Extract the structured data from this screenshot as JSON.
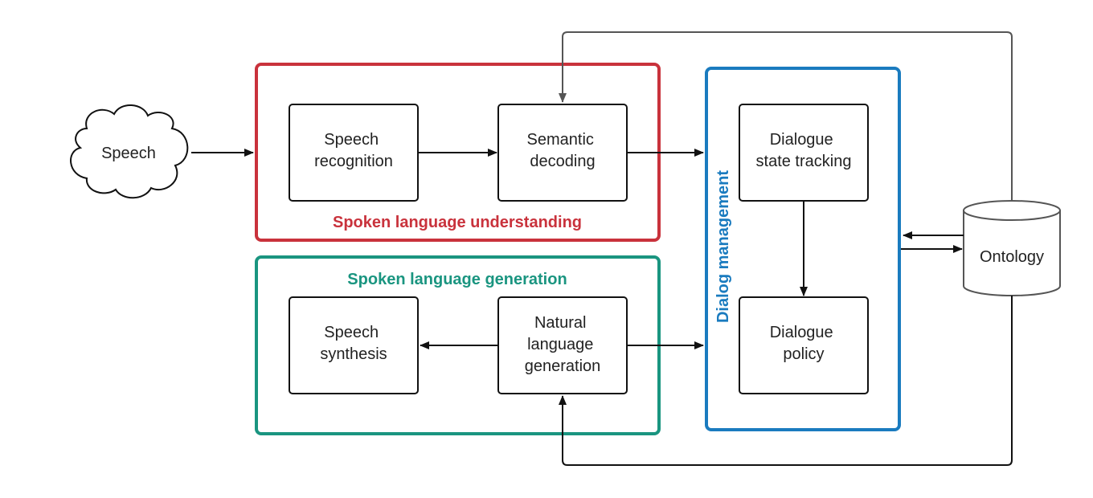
{
  "colors": {
    "understanding": "#c9323c",
    "generation": "#1a9580",
    "management": "#1a7bbf",
    "box_stroke": "#111111",
    "connector": "#555555"
  },
  "groups": {
    "understanding": {
      "label": "Spoken language understanding"
    },
    "generation": {
      "label": "Spoken language generation"
    },
    "management": {
      "label": "Dialog management"
    }
  },
  "nodes": {
    "speech": {
      "lines": [
        "Speech"
      ]
    },
    "speech_recognition": {
      "lines": [
        "Speech",
        "recognition"
      ]
    },
    "semantic_decoding": {
      "lines": [
        "Semantic",
        "decoding"
      ]
    },
    "state_tracking": {
      "lines": [
        "Dialogue",
        "state tracking"
      ]
    },
    "dialogue_policy": {
      "lines": [
        "Dialogue",
        "policy"
      ]
    },
    "speech_synthesis": {
      "lines": [
        "Speech",
        "synthesis"
      ]
    },
    "nlg": {
      "lines": [
        "Natural",
        "language",
        "generation"
      ]
    },
    "ontology": {
      "lines": [
        "Ontology"
      ]
    }
  }
}
